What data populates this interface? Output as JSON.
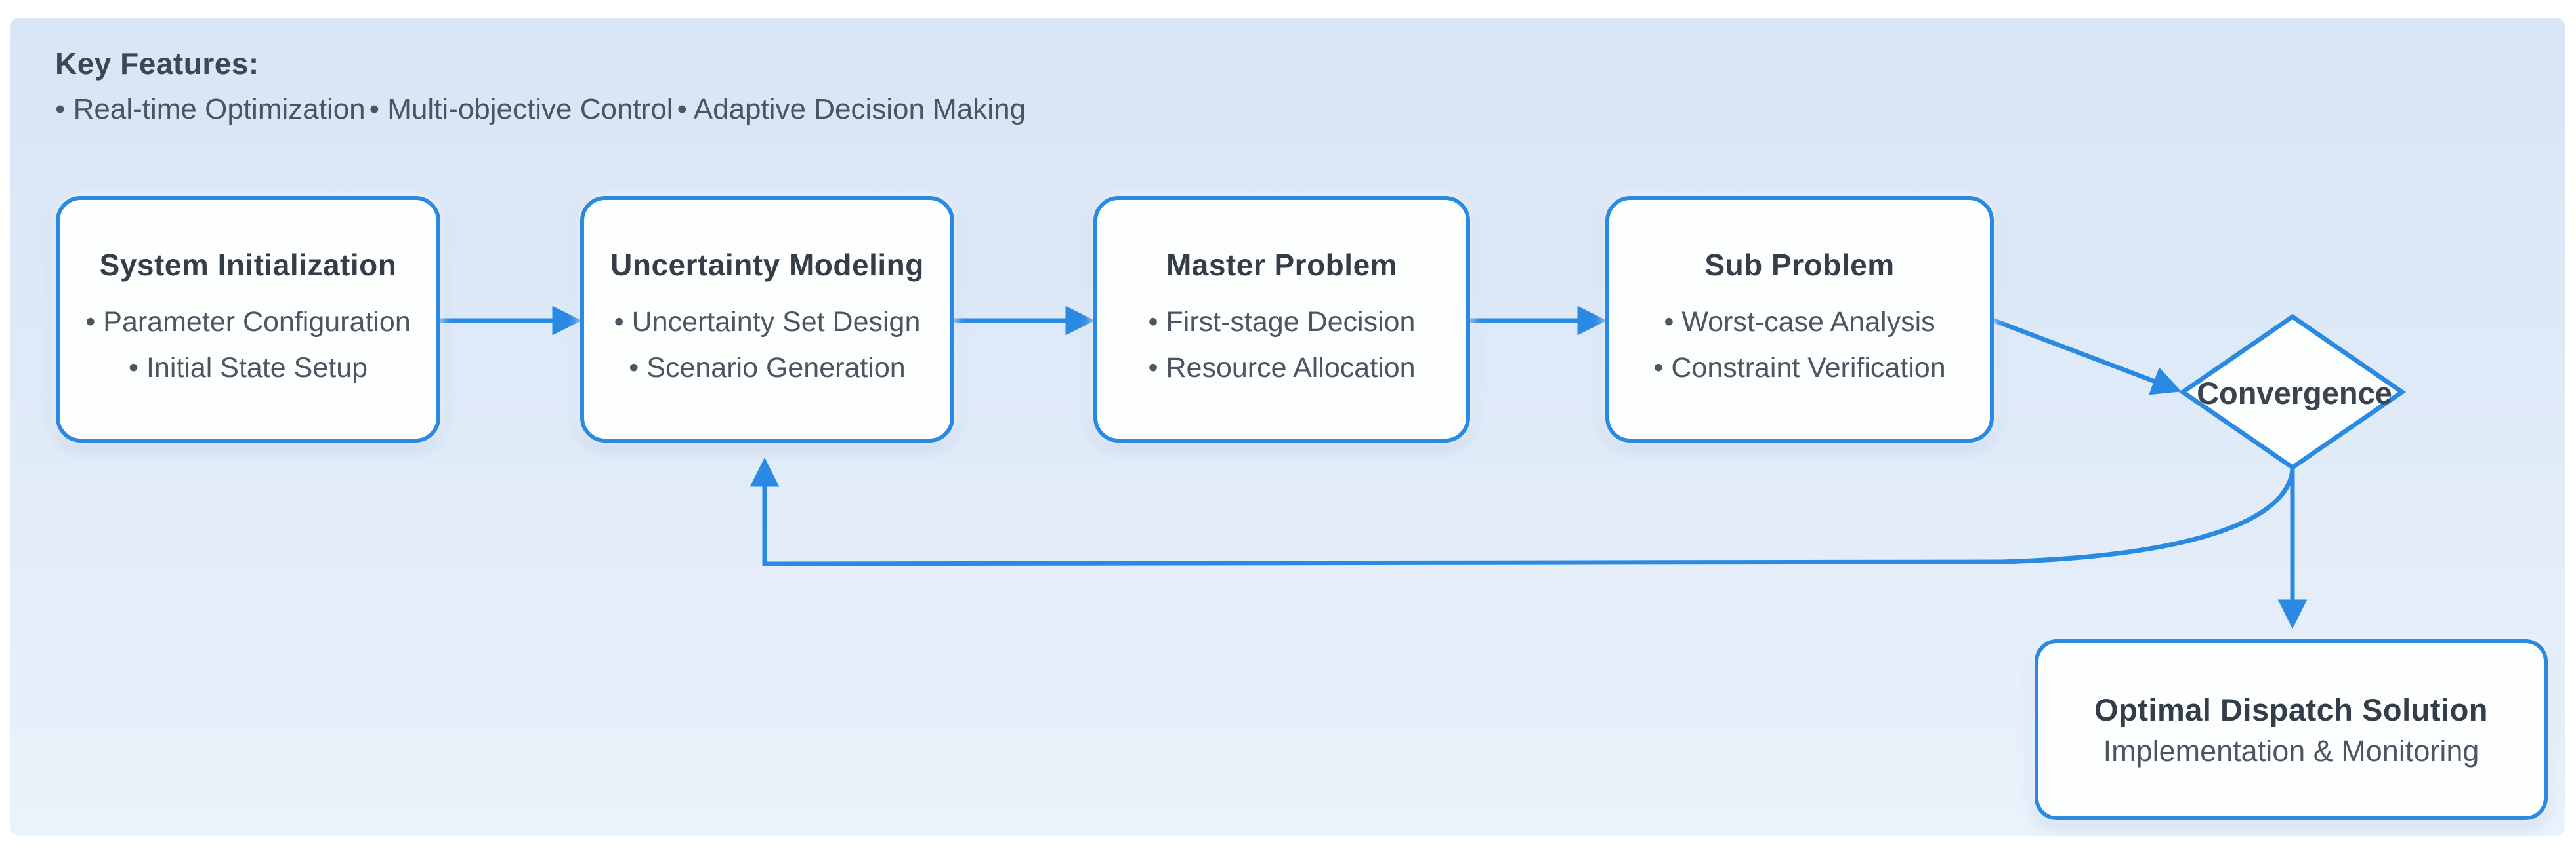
{
  "figure": {
    "colors": {
      "accent_blue": "#2a89e3",
      "panel_bg_top": "#d8e5f5",
      "panel_bg_bottom": "#eaf2fb",
      "node_bg": "#fdfefe",
      "title_text": "#333e49",
      "body_text": "#4b5661"
    }
  },
  "key_features": {
    "heading": "Key Features:",
    "items": [
      "• Real-time Optimization",
      "• Multi-objective Control",
      "• Adaptive Decision Making"
    ]
  },
  "nodes": [
    {
      "title": "System Initialization",
      "bullets": [
        "• Parameter Configuration",
        "• Initial State Setup"
      ]
    },
    {
      "title": "Uncertainty Modeling",
      "bullets": [
        "• Uncertainty Set Design",
        "• Scenario Generation"
      ]
    },
    {
      "title": "Master Problem",
      "bullets": [
        "• First-stage Decision",
        "• Resource Allocation"
      ]
    },
    {
      "title": "Sub Problem",
      "bullets": [
        "• Worst-case Analysis",
        "• Constraint Verification"
      ]
    }
  ],
  "decision": {
    "label": "Convergence"
  },
  "result": {
    "title": "Optimal Dispatch Solution",
    "subtitle": "Implementation & Monitoring"
  }
}
